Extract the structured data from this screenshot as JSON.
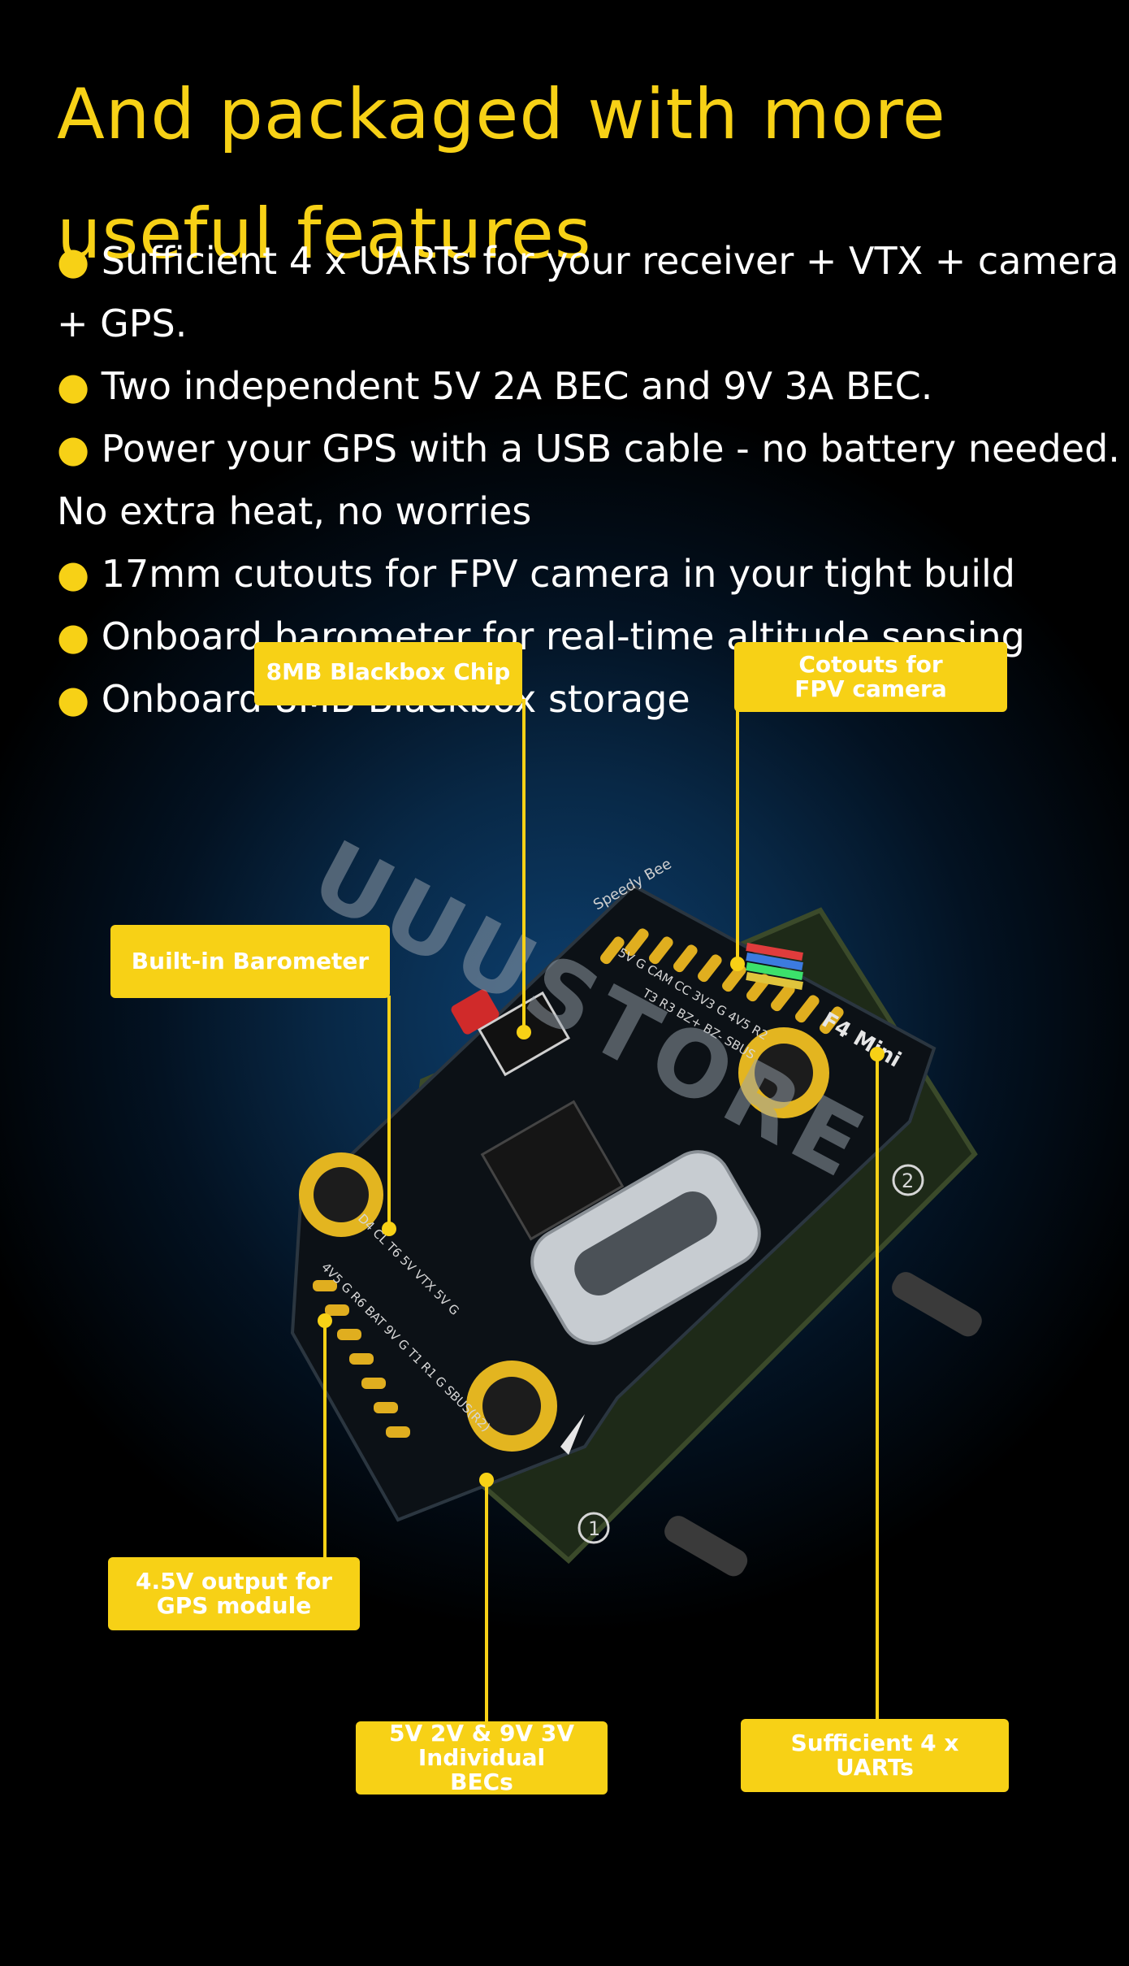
{
  "headline": "And packaged with more useful features",
  "features": [
    {
      "bullet": "●",
      "text": " Sufficient 4 x UARTs for your receiver + VTX + camera + GPS."
    },
    {
      "bullet": "●",
      "text": " Two independent 5V 2A BEC and 9V 3A BEC."
    },
    {
      "bullet": "●",
      "text": " Power your GPS with a USB cable - no battery needed. No extra heat, no worries"
    },
    {
      "bullet": "●",
      "text": " 17mm cutouts for FPV camera in your tight build"
    },
    {
      "bullet": "●",
      "text": " Onboard barometer for real-time altitude sensing"
    },
    {
      "bullet": "●",
      "text": " Onboard 8MB Blackbox storage"
    }
  ],
  "watermark": "UUUSTORE",
  "callouts": {
    "blackbox_chip": "8MB Blackbox Chip",
    "cutouts": "Cotouts for FPV camera",
    "barometer": "Built-in Barometer",
    "gps_output": "4.5V output for GPS module",
    "becs": "5V 2V & 9V 3V Individual BECs",
    "uarts": "Sufficient 4 x UARTs"
  },
  "board": {
    "brand": "Speedy Bee",
    "model": "F4 Mini",
    "pad_labels_top": "5V G CAM CC 3V3 G 4V5 R2",
    "pad_labels_top2": "T3 R3 BZ+ BZ- SBUS",
    "pad_labels_left": "4V5 G R6 BAT 9V G T1 R1 G SBUS(R2)",
    "pad_labels_mid": "D4 CL T6 5V VTX 5V G",
    "port_marks": [
      "1",
      "2"
    ]
  },
  "colors": {
    "accent": "#f7d116",
    "background": "#000000",
    "text": "#ffffff"
  }
}
